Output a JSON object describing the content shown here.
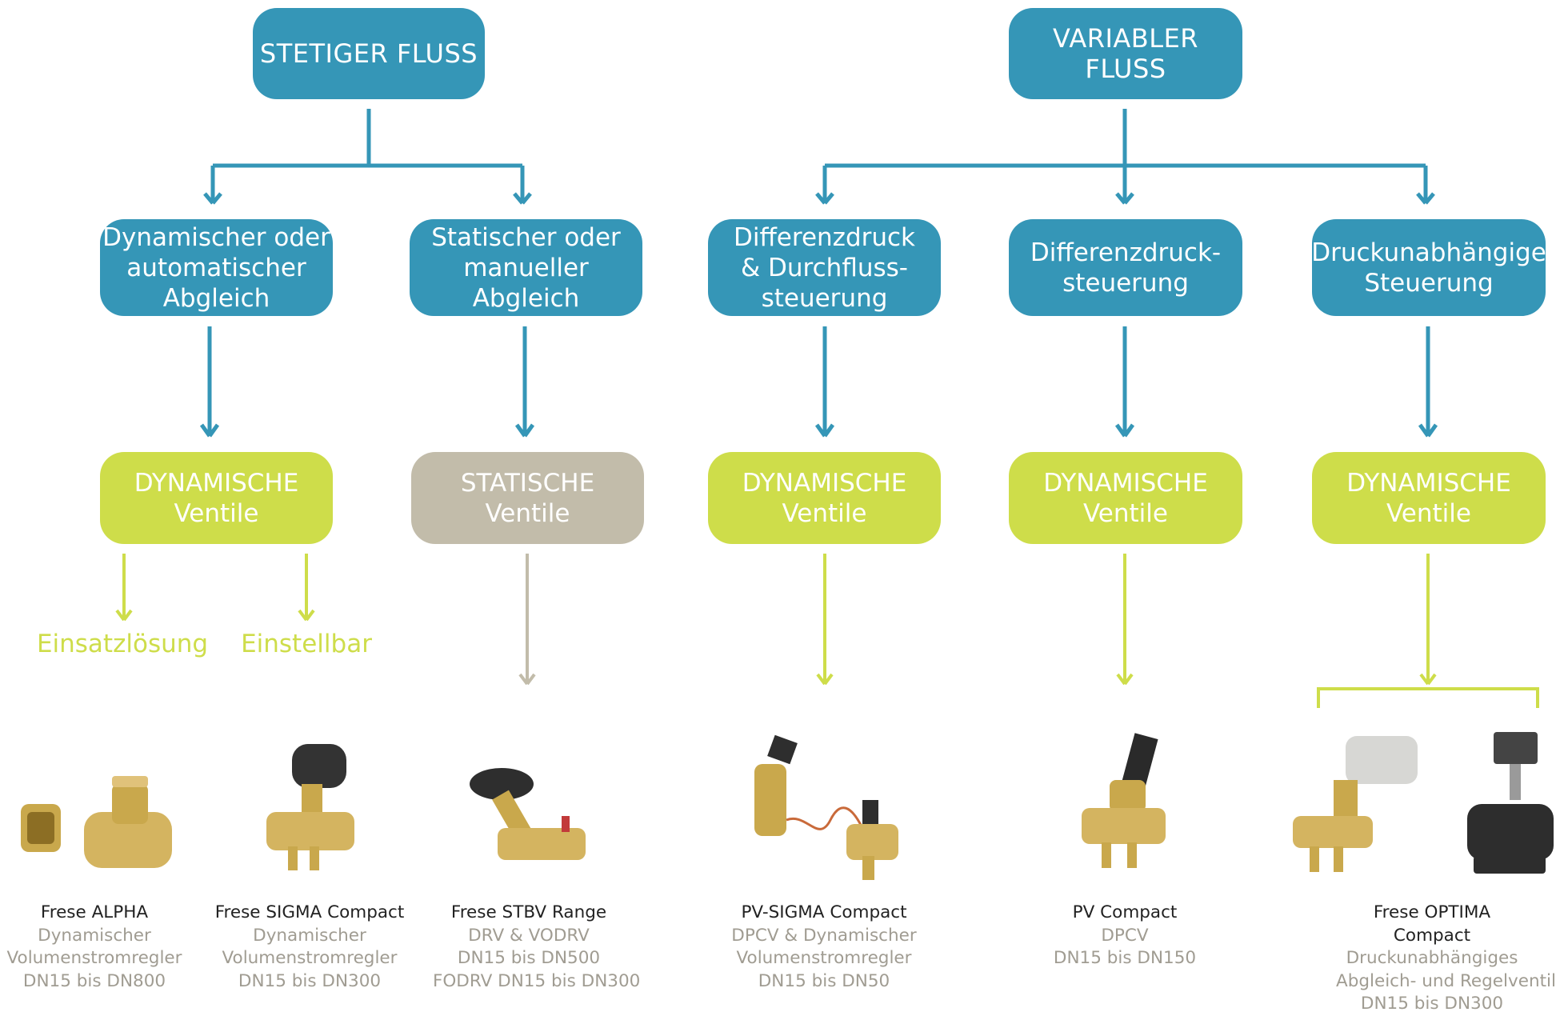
{
  "colors": {
    "blue": "#3596b7",
    "green": "#cedd4a",
    "beige": "#c2bcaa",
    "brass": "#c9a84c"
  },
  "top_nodes": {
    "stetig": "STETIGER FLUSS",
    "variabel": "VARIABLER FLUSS"
  },
  "categories": [
    {
      "lines": [
        "Dynamischer oder",
        "automatischer",
        "Abgleich"
      ]
    },
    {
      "lines": [
        "Statischer oder",
        "manueller",
        "Abgleich"
      ]
    },
    {
      "lines": [
        "Differenzdruck",
        "& Durchfluss-",
        "steuerung"
      ]
    },
    {
      "lines": [
        "Differenzdruck-",
        "steuerung"
      ]
    },
    {
      "lines": [
        "Druckunabhängige",
        "Steuerung"
      ]
    }
  ],
  "valve_types": [
    {
      "l1": "DYNAMISCHE",
      "l2": "Ventile"
    },
    {
      "l1": "STATISCHE",
      "l2": "Ventile"
    },
    {
      "l1": "DYNAMISCHE",
      "l2": "Ventile"
    },
    {
      "l1": "DYNAMISCHE",
      "l2": "Ventile"
    },
    {
      "l1": "DYNAMISCHE",
      "l2": "Ventile"
    }
  ],
  "sub_options": [
    "Einsatzlösung",
    "Einstellbar"
  ],
  "products": [
    {
      "name": "Frese ALPHA",
      "desc": [
        "Dynamischer",
        "Volumenstromregler",
        "DN15 bis DN800"
      ],
      "icon": "alpha-valve-icon"
    },
    {
      "name": "Frese SIGMA Compact",
      "desc": [
        "Dynamischer",
        "Volumenstromregler",
        "DN15 bis DN300"
      ],
      "icon": "sigma-valve-icon"
    },
    {
      "name": "Frese STBV Range",
      "desc": [
        "DRV & VODRV",
        "DN15 bis DN500",
        "FODRV DN15 bis DN300"
      ],
      "icon": "stbv-valve-icon"
    },
    {
      "name": "PV-SIGMA Compact",
      "desc": [
        "DPCV & Dynamischer",
        "Volumenstromregler",
        "DN15 bis DN50"
      ],
      "icon": "pv-sigma-valve-icon"
    },
    {
      "name": "PV Compact",
      "desc": [
        "DPCV",
        "DN15 bis DN150"
      ],
      "icon": "pv-valve-icon"
    },
    {
      "name": "Frese OPTIMA Compact",
      "desc": [
        "Druckunabhängiges",
        "Abgleich- und Regelventil",
        "DN15 bis DN300"
      ],
      "icon": "optima-valve-icon"
    }
  ]
}
